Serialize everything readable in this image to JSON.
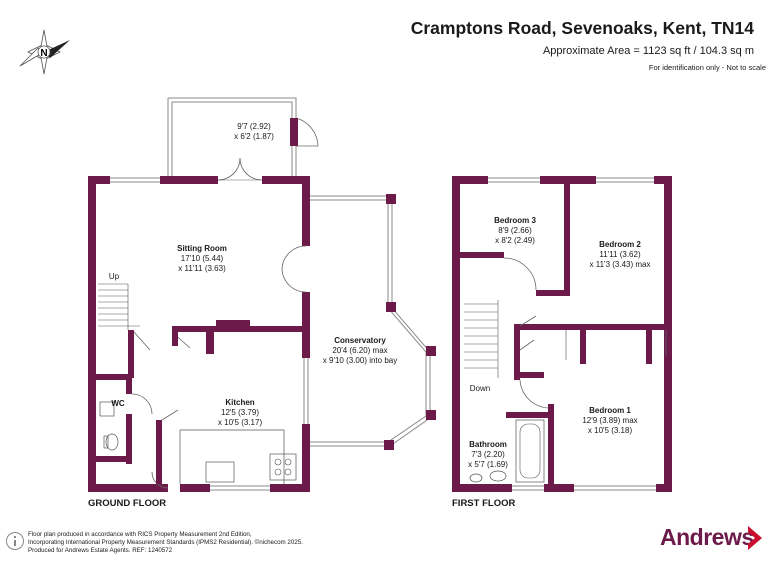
{
  "header": {
    "title": "Cramptons Road, Sevenoaks, Kent, TN14",
    "area": "Approximate Area = 1123 sq ft / 104.3 sq m",
    "note": "For identification only - Not to scale"
  },
  "compass": {
    "letter": "N"
  },
  "rooms": {
    "porch": {
      "name": "",
      "dims1": "9'7 (2.92)",
      "dims2": "x 6'2 (1.87)"
    },
    "sitting": {
      "name": "Sitting Room",
      "dims1": "17'10 (5.44)",
      "dims2": "x 11'11 (3.63)"
    },
    "conservatory": {
      "name": "Conservatory",
      "dims1": "20'4 (6.20) max",
      "dims2": "x 9'10 (3.00) into bay"
    },
    "kitchen": {
      "name": "Kitchen",
      "dims1": "12'5 (3.79)",
      "dims2": "x 10'5 (3.17)"
    },
    "wc": {
      "name": "WC"
    },
    "up": {
      "name": "Up"
    },
    "bedroom3": {
      "name": "Bedroom 3",
      "dims1": "8'9 (2.66)",
      "dims2": "x 8'2 (2.49)"
    },
    "bedroom2": {
      "name": "Bedroom 2",
      "dims1": "11'11 (3.62)",
      "dims2": "x 11'3 (3.43) max"
    },
    "bedroom1": {
      "name": "Bedroom 1",
      "dims1": "12'9 (3.89) max",
      "dims2": "x 10'5 (3.18)"
    },
    "bathroom": {
      "name": "Bathroom",
      "dims1": "7'3 (2.20)",
      "dims2": "x 5'7 (1.69)"
    },
    "down": {
      "name": "Down"
    }
  },
  "floors": {
    "ground": "GROUND FLOOR",
    "first": "FIRST FLOOR"
  },
  "footer": {
    "line1": "Floor plan produced in accordance with RICS Property Measurement 2nd Edition,",
    "line2": "Incorporating International Property Measurement Standards (IPMS2 Residential). ©nichecom 2025.",
    "line3": "Produced for Andrews Estate Agents.   REF: 1240572"
  },
  "brand": {
    "name": "Andrews"
  },
  "colors": {
    "wall": "#6b1a4a",
    "brand": "#6b1a4a"
  }
}
